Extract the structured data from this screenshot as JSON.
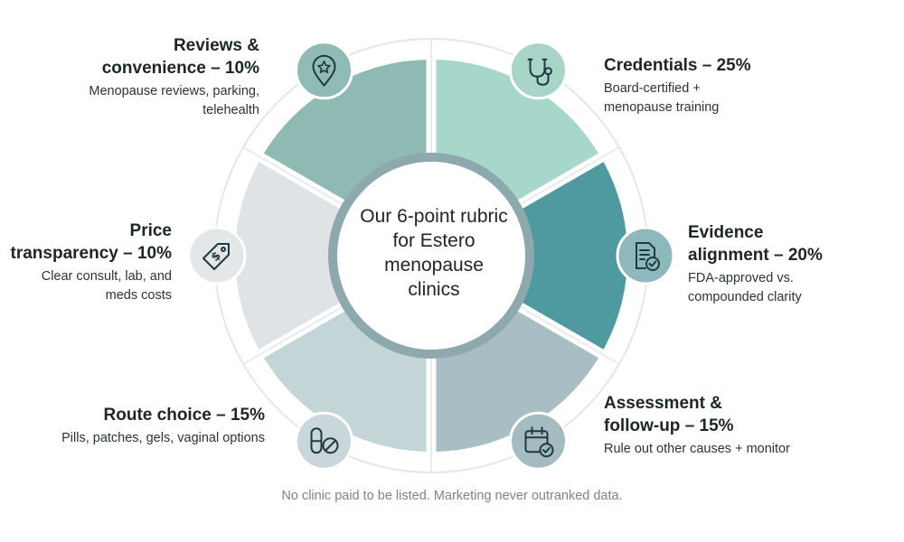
{
  "center_title": "Our 6-point rubric for Estero menopause clinics",
  "criteria": [
    {
      "key": "credentials",
      "title": "Credentials – 25%",
      "desc": [
        "Board-certified +",
        "menopause training"
      ],
      "weight_percent": 25,
      "color": "#a7d6ca",
      "icon": "stethoscope-icon"
    },
    {
      "key": "evidence",
      "title": [
        "Evidence",
        "alignment – 20%"
      ],
      "desc": [
        "FDA-approved vs.",
        "compounded clarity"
      ],
      "weight_percent": 20,
      "color": "#4f9aa0",
      "icon": "document-check-icon"
    },
    {
      "key": "assessment",
      "title": [
        "Assessment &",
        "follow-up – 15%"
      ],
      "desc": [
        "Rule out other causes + monitor"
      ],
      "weight_percent": 15,
      "color": "#a8bec4",
      "icon": "calendar-check-icon"
    },
    {
      "key": "route",
      "title": "Route choice – 15%",
      "desc": [
        "Pills, patches, gels, vaginal options"
      ],
      "weight_percent": 15,
      "color": "#c4d5d8",
      "icon": "pill-icon"
    },
    {
      "key": "price",
      "title": [
        "Price",
        "transparency – 10%"
      ],
      "desc": [
        "Clear consult, lab, and",
        "meds costs"
      ],
      "weight_percent": 10,
      "color": "#dfe3e5",
      "icon": "price-tag-icon"
    },
    {
      "key": "reviews",
      "title": [
        "Reviews &",
        "convenience – 10%"
      ],
      "desc": [
        "Menopause reviews, parking,",
        "telehealth"
      ],
      "weight_percent": 10,
      "color": "#8fbab4",
      "icon": "location-star-icon"
    }
  ],
  "footer": "No clinic paid to be listed. Marketing never outranked data."
}
